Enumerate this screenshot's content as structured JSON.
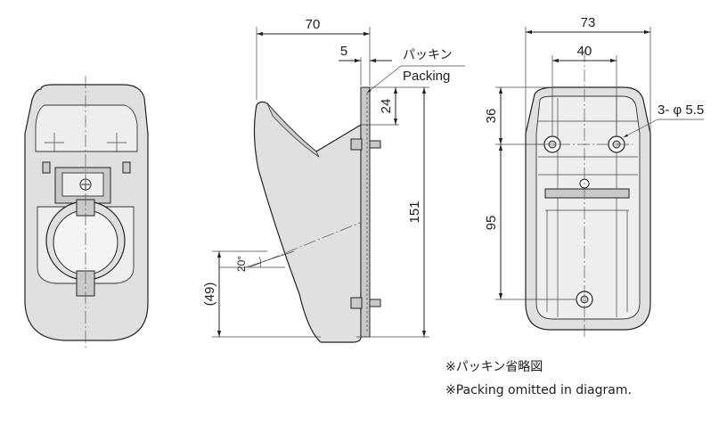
{
  "dimensions": {
    "side_width": "70",
    "packing_thickness": "5",
    "height_small": "24",
    "height_total": "151",
    "lower_height": "(49)",
    "angle": "20°",
    "back_width": "73",
    "hole_spacing": "40",
    "top_to_holes": "36",
    "hole_to_hole_vertical": "95",
    "holes": "3- φ 5.5"
  },
  "labels": {
    "packing_jp": "パッキン",
    "packing_en": "Packing"
  },
  "notes": {
    "jp": "※パッキン省略図",
    "en": "※Packing omitted in diagram."
  }
}
